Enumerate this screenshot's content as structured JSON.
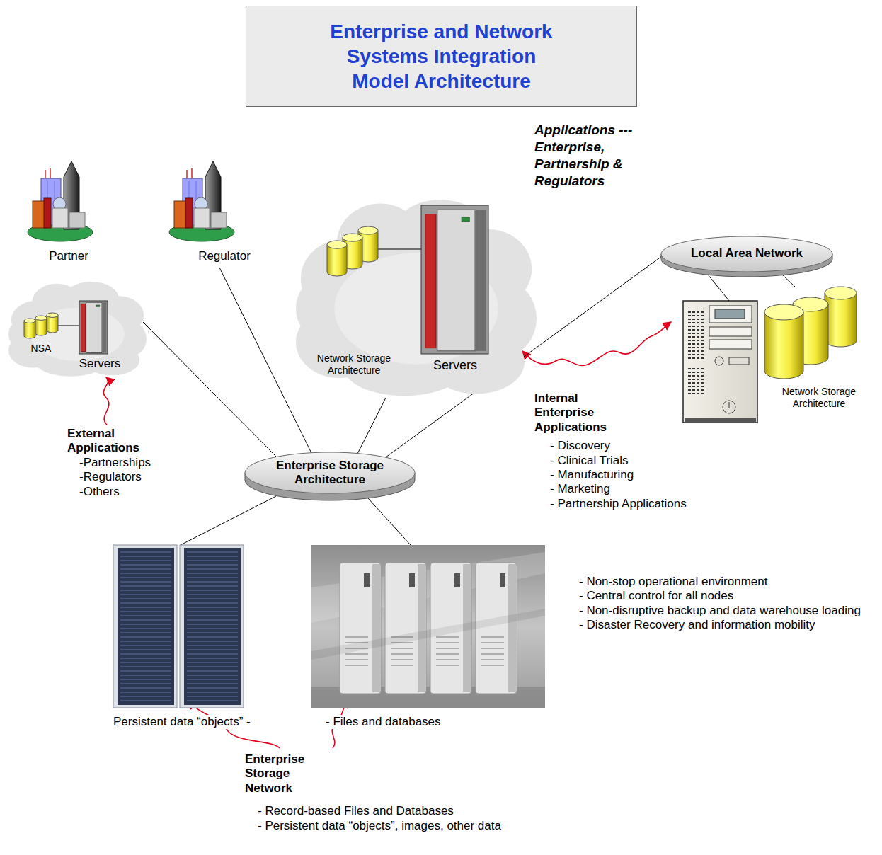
{
  "diagram": {
    "title": "Enterprise and Network Systems Integration Model Architecture",
    "nodes": [
      {
        "text": [
          "Partner"
        ]
      },
      {
        "text": [
          "Regulator"
        ]
      },
      {
        "text": [
          "NSA",
          "Servers"
        ]
      },
      {
        "text": [
          "Network Storage Architecture",
          "Servers"
        ]
      },
      {
        "text": [
          "Local Area Network"
        ]
      },
      {
        "text": [
          "Network Storage Architecture"
        ]
      },
      {
        "text": [
          "Enterprise Storage Architecture"
        ]
      },
      {
        "text": [
          "Persistent data “objects” -"
        ]
      },
      {
        "text": [
          "- Files and databases"
        ]
      }
    ],
    "edges": [
      {
        "from": 6,
        "to": 2,
        "arrow": "none"
      },
      {
        "from": 6,
        "to": 1,
        "arrow": "none"
      },
      {
        "from": 6,
        "to": 3,
        "arrow": "none"
      },
      {
        "from": 6,
        "to": 4,
        "arrow": "none"
      },
      {
        "from": 4,
        "to": 5,
        "arrow": "none"
      },
      {
        "from": 6,
        "to": 7,
        "arrow": "none"
      },
      {
        "from": 6,
        "to": 8,
        "arrow": "none"
      }
    ],
    "labels": [
      "Applications --- Enterprise, Partnership & Regulators",
      "External Applications",
      "-Partnerships",
      "-Regulators",
      "-Others",
      "Internal Enterprise Applications",
      "- Discovery",
      "- Clinical Trials",
      "- Manufacturing",
      "- Marketing",
      "- Partnership Applications",
      "- Non-stop operational environment",
      "- Central control for all nodes",
      "- Non-disruptive backup and data warehouse loading",
      "- Disaster Recovery and information mobility",
      "Enterprise Storage Network",
      "- Record-based Files and Databases",
      "- Persistent data “objects”, images, other data"
    ]
  }
}
